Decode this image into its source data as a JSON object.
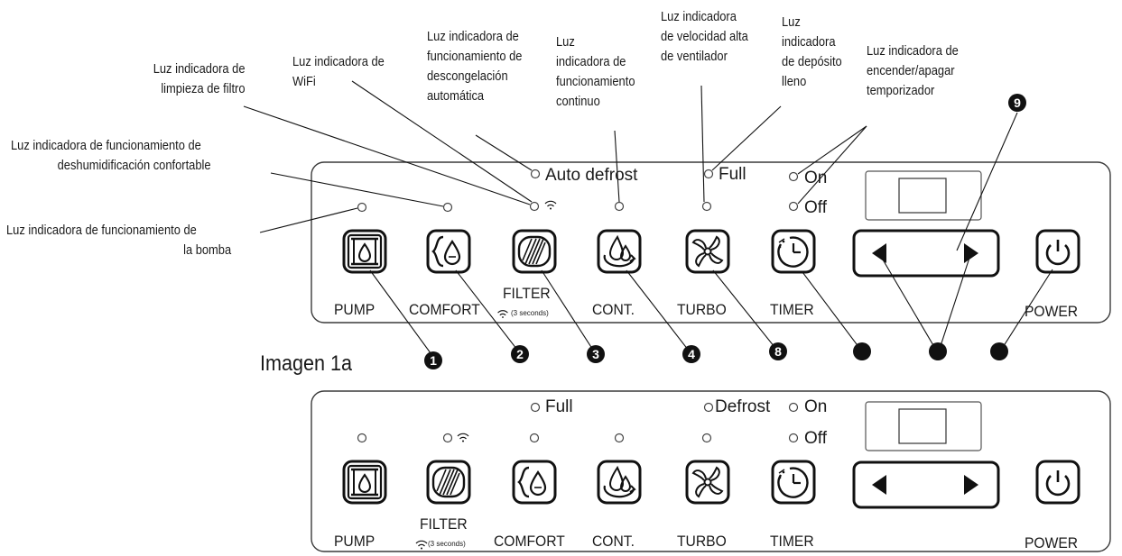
{
  "annotations": {
    "filter_clean": [
      "Luz indicadora de",
      "limpieza de filtro"
    ],
    "wifi": [
      "Luz indicadora de",
      "WiFi"
    ],
    "auto_defrost": [
      "Luz indicadora de",
      "funcionamiento de",
      "descongelación",
      "automática"
    ],
    "continuous": [
      "Luz",
      "indicadora de",
      "funcionamiento",
      "continuo"
    ],
    "turbo_speed": [
      "Luz indicadora",
      "de velocidad alta",
      "de ventilador"
    ],
    "tank_full": [
      "Luz",
      "indicadora",
      "de depósito",
      "lleno"
    ],
    "timer": [
      "Luz indicadora de",
      "encender/apagar",
      "temporizador"
    ],
    "comfort": [
      "Luz indicadora de funcionamiento de",
      "deshumidificación confortable"
    ],
    "pump": [
      "Luz indicadora de funcionamiento de",
      "la bomba"
    ]
  },
  "panel1": {
    "auto_defrost": "Auto defrost",
    "full": "Full",
    "on": "On",
    "off": "Off",
    "labels": {
      "pump": "PUMP",
      "comfort": "COMFORT",
      "filter": "FILTER",
      "filter_note": "(3 seconds)",
      "cont": "CONT.",
      "turbo": "TURBO",
      "timer": "TIMER",
      "power": "POWER"
    },
    "numbers": [
      "1",
      "2",
      "3",
      "4",
      "8",
      "9"
    ]
  },
  "caption": "Imagen 1a",
  "panel2": {
    "full": "Full",
    "defrost": "Defrost",
    "on": "On",
    "off": "Off",
    "labels": {
      "pump": "PUMP",
      "filter": "FILTER",
      "filter_note": "(3 seconds)",
      "comfort": "COMFORT",
      "cont": "CONT.",
      "turbo": "TURBO",
      "timer": "TIMER",
      "power": "POWER"
    }
  },
  "colors": {
    "ink": "#111111",
    "panel_border": "#3a3a3a",
    "background": "#ffffff"
  },
  "icons": [
    "pump-icon",
    "comfort-droplet-icon",
    "filter-icon",
    "continuous-droplets-icon",
    "turbo-fan-icon",
    "timer-clock-icon",
    "arrow-left-icon",
    "arrow-right-icon",
    "power-icon",
    "wifi-icon"
  ]
}
